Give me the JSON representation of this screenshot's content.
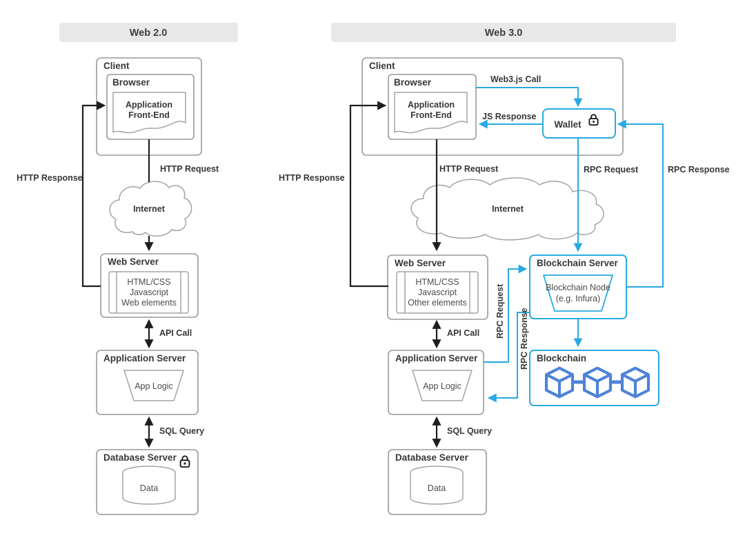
{
  "colors": {
    "blue_accent": "#29a9e1",
    "cube_blue": "#4d82d9",
    "line_black": "#1e1e1e",
    "border_gray": "#999999",
    "text_dark": "#373737",
    "text_soft": "#4b4b4b",
    "header_bg": "#e8e8e8",
    "canvas_bg": "#ffffff"
  },
  "web2": {
    "title": "Web 2.0",
    "client_label": "Client",
    "browser_label": "Browser",
    "frontend_line1": "Application",
    "frontend_line2": "Front-End",
    "http_request_label": "HTTP Request",
    "http_response_label": "HTTP Response",
    "internet_label": "Internet",
    "web_server_label": "Web Server",
    "content_line1": "HTML/CSS",
    "content_line2": "Javascript",
    "content_line3": "Web elements",
    "api_call_label": "API Call",
    "app_server_label": "Application Server",
    "app_logic_label": "App Logic",
    "sql_query_label": "SQL Query",
    "db_server_label": "Database Server",
    "data_label": "Data"
  },
  "web3": {
    "title": "Web 3.0",
    "client_label": "Client",
    "browser_label": "Browser",
    "frontend_line1": "Application",
    "frontend_line2": "Front-End",
    "web3js_call_label": "Web3.js Call",
    "js_response_label": "JS Response",
    "wallet_label": "Wallet",
    "rpc_request_label": "RPC Request",
    "rpc_response_label": "RPC Response",
    "http_request_label": "HTTP Request",
    "http_response_label": "HTTP Response",
    "internet_label": "Internet",
    "web_server_label": "Web Server",
    "content_line1": "HTML/CSS",
    "content_line2": "Javascript",
    "content_line3": "Other elements",
    "api_call_label": "API Call",
    "app_server_label": "Application Server",
    "app_logic_label": "App Logic",
    "rpc_request_vertical_label": "RPC Request",
    "rpc_response_vertical_label": "RPC Response",
    "sql_query_label": "SQL Query",
    "db_server_label": "Database Server",
    "data_label": "Data",
    "blockchain_server_label": "Blockchain Server",
    "node_line1": "Blockchain Node",
    "node_line2": "(e.g. Infura)",
    "blockchain_label": "Blockchain"
  }
}
